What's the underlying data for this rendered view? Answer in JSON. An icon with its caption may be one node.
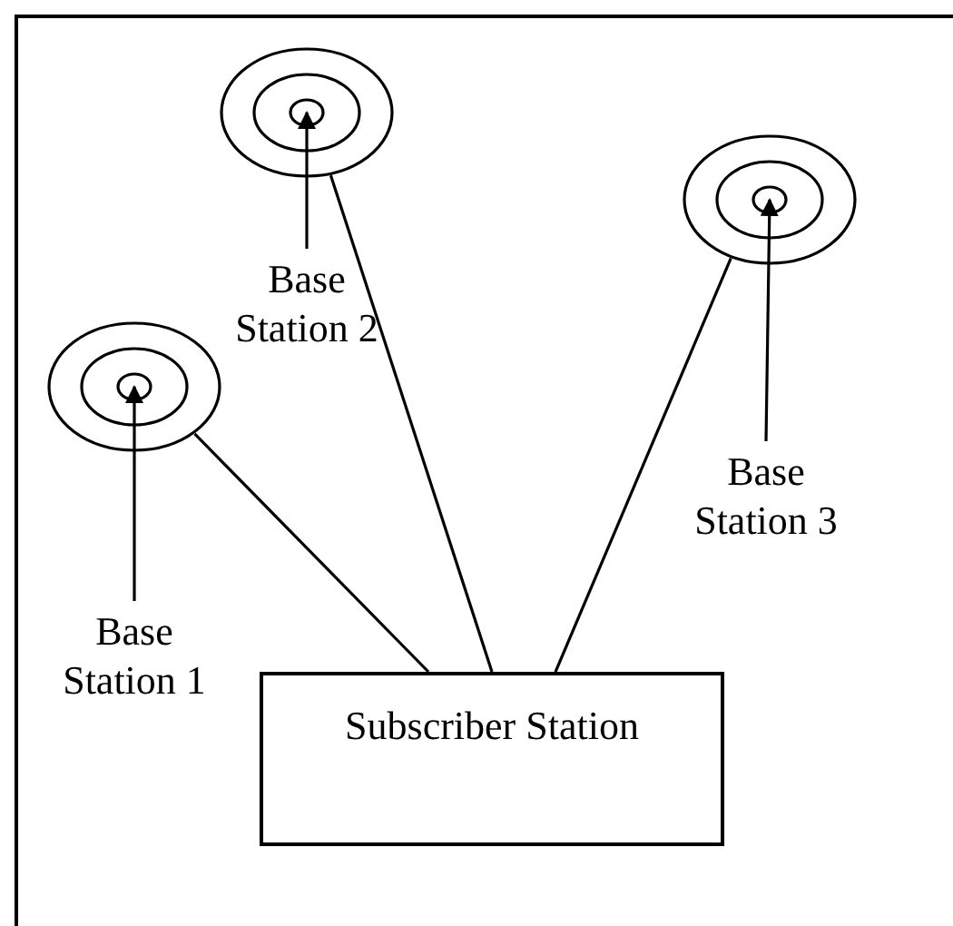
{
  "diagram": {
    "nodes": [
      {
        "text": [],
        "shape": "circle"
      },
      {
        "text": [
          "Base Station 2"
        ]
      },
      {
        "text": [],
        "shape": "circle"
      },
      {
        "text": [],
        "shape": "circle"
      },
      {
        "text": [
          "Base Station 3"
        ]
      },
      {
        "text": [
          "Base Station 1"
        ]
      },
      {
        "text": [
          "Subscriber Station"
        ]
      }
    ],
    "edges": [
      {
        "from": 1,
        "to": 0,
        "arrow": "to"
      },
      {
        "from": 4,
        "to": 2,
        "arrow": "to"
      },
      {
        "from": 5,
        "to": 3,
        "arrow": "to"
      },
      {
        "from": 6,
        "to": 3,
        "arrow": "none"
      },
      {
        "from": 6,
        "to": 0,
        "arrow": "none"
      },
      {
        "from": 6,
        "to": 2,
        "arrow": "none"
      }
    ]
  }
}
